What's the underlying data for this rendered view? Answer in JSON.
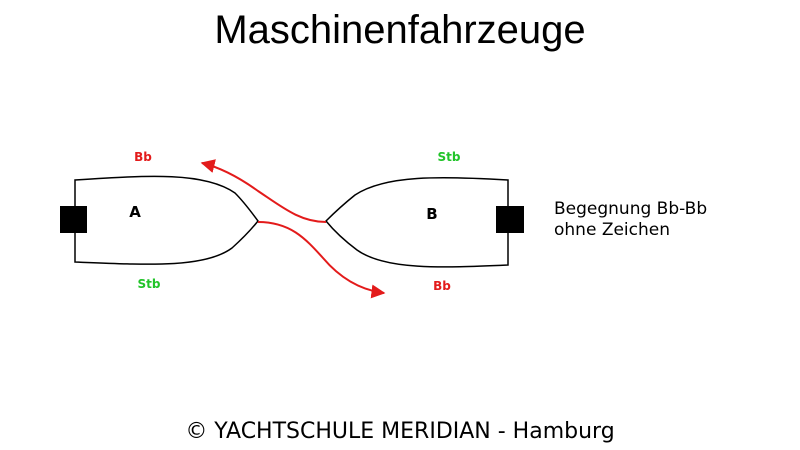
{
  "title": "Maschinenfahrzeuge",
  "colors": {
    "port": "#e31b1b",
    "starboard": "#22c42a",
    "hull": "#000000",
    "arrow": "#e31b1b"
  },
  "boat_a": {
    "label": "A",
    "top_side": "Bb",
    "bottom_side": "Stb"
  },
  "boat_b": {
    "label": "B",
    "top_side": "Stb",
    "bottom_side": "Bb"
  },
  "description": {
    "line1": "Begegnung Bb-Bb",
    "line2": "ohne Zeichen"
  },
  "footer": "© YACHTSCHULE MERIDIAN - Hamburg"
}
